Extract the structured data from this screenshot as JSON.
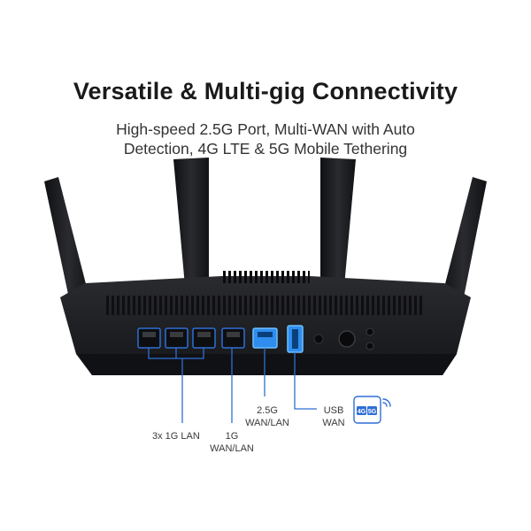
{
  "header": {
    "title": "Versatile & Multi-gig Connectivity",
    "subtitle_line1": "High-speed 2.5G Port, Multi-WAN with Auto",
    "subtitle_line2": "Detection, 4G LTE & 5G Mobile Tethering"
  },
  "ports": {
    "lan": "3x 1G LAN",
    "wan_lan_1g_line1": "1G",
    "wan_lan_1g_line2": "WAN/LAN",
    "wan_lan_25g_line1": "2.5G",
    "wan_lan_25g_line2": "WAN/LAN",
    "usb_line1": "USB",
    "usb_line2": "WAN"
  },
  "mobile_badge": {
    "lte": "4G",
    "nr": "5G"
  },
  "colors": {
    "accent_blue": "#2f6fd6",
    "port_glow": "#3aa0ff",
    "router_body": "#1c1d20"
  },
  "icons": [
    "router-image",
    "phone-icon",
    "wifi-signal-icon"
  ]
}
